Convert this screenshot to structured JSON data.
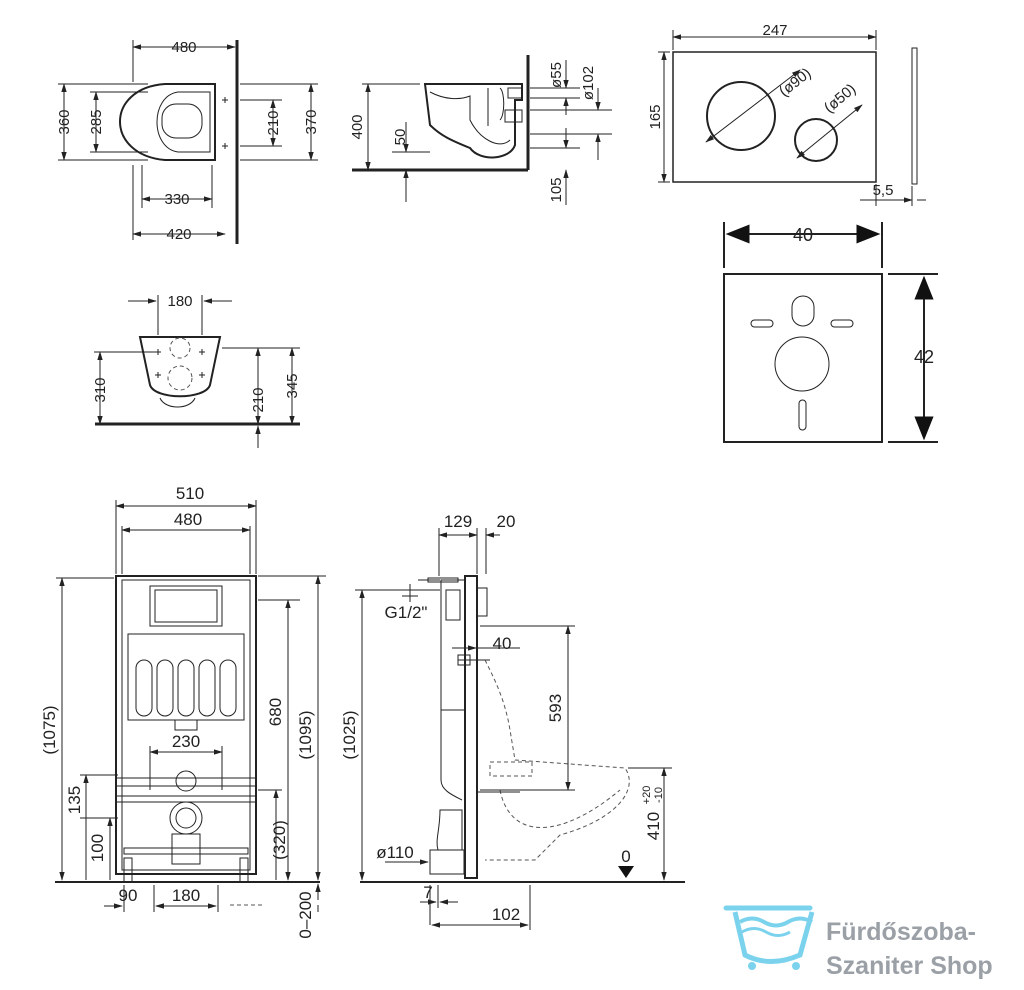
{
  "dims": {
    "top_view": [
      "480",
      "360",
      "285",
      "330",
      "420",
      "210",
      "370"
    ],
    "side_view": [
      "400",
      "50",
      "ø55",
      "ø102",
      "105"
    ],
    "front_view": [
      "180",
      "310",
      "210",
      "345"
    ],
    "plate": [
      "247",
      "165",
      "(ø90)",
      "(ø50)",
      "5,5"
    ],
    "cover": [
      "40",
      "42"
    ],
    "frame_front": [
      "510",
      "480",
      "(1075)",
      "680",
      "(1095)",
      "230",
      "135",
      "100",
      "(320)",
      "90",
      "180",
      "0–200"
    ],
    "frame_side": [
      "129",
      "20",
      "G1/2\"",
      "40",
      "593",
      "(1025)",
      "410",
      "+20",
      "-10",
      "ø110",
      "0",
      "7",
      "102"
    ]
  },
  "brand": {
    "line1": "Fürdőszoba-",
    "line2": "Szaniter Shop",
    "icon": "bathtub-icon",
    "color": "#9aa0a6",
    "accent": "#4fc3e8"
  }
}
